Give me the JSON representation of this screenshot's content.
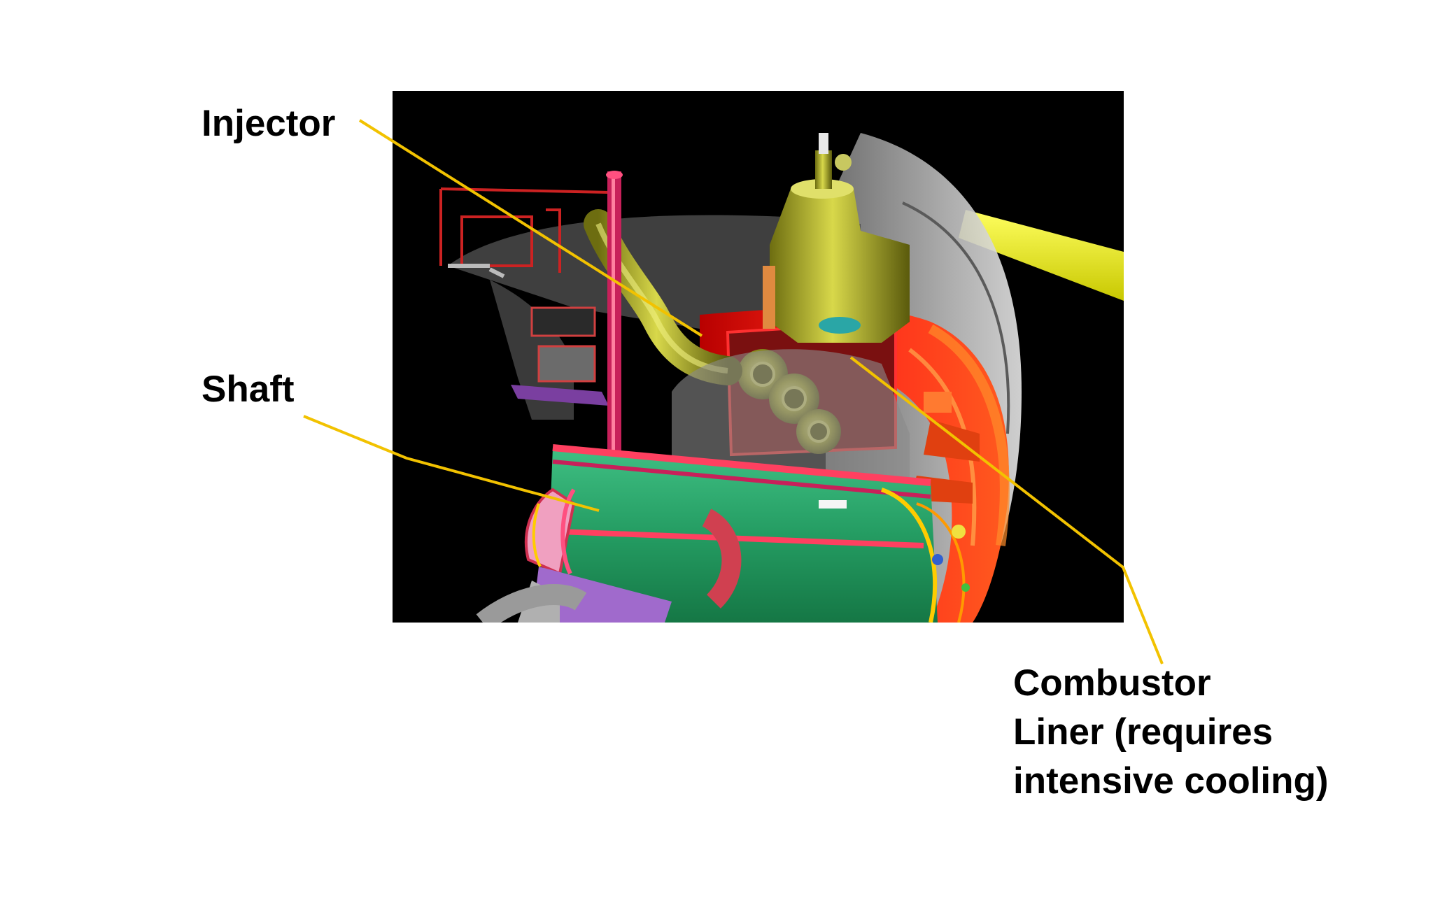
{
  "figure": {
    "callouts": [
      {
        "id": "injector",
        "lines": [
          "Injector"
        ]
      },
      {
        "id": "shaft",
        "lines": [
          "Shaft"
        ]
      },
      {
        "id": "liner",
        "lines": [
          "Combustor",
          "Liner (requires",
          "intensive cooling)"
        ]
      }
    ],
    "colors": {
      "background": "#ffffff",
      "render_background": "#000000",
      "leader_line": "#f2c200",
      "label_text": "#000000"
    }
  }
}
